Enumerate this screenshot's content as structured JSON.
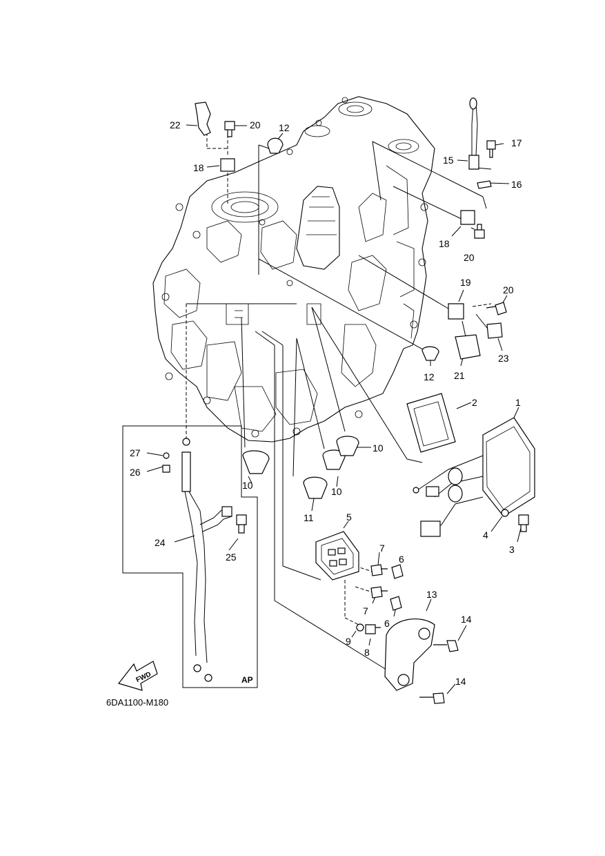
{
  "diagram": {
    "reference_code": "6DA1100-M180",
    "fwd_label": "FWD",
    "ap_label": "AP",
    "callouts": {
      "p1": "1",
      "p2": "2",
      "p3": "3",
      "p4": "4",
      "p5": "5",
      "p6a": "6",
      "p6b": "6",
      "p7a": "7",
      "p7b": "7",
      "p8": "8",
      "p9": "9",
      "p10a": "10",
      "p10b": "10",
      "p10c": "10",
      "p11": "11",
      "p12a": "12",
      "p12b": "12",
      "p13": "13",
      "p14a": "14",
      "p14b": "14",
      "p15": "15",
      "p16": "16",
      "p17": "17",
      "p18a": "18",
      "p18b": "18",
      "p19": "19",
      "p20a": "20",
      "p20b": "20",
      "p20c": "20",
      "p21": "21",
      "p22": "22",
      "p23": "23",
      "p24": "24",
      "p25": "25",
      "p26": "26",
      "p27": "27"
    }
  }
}
